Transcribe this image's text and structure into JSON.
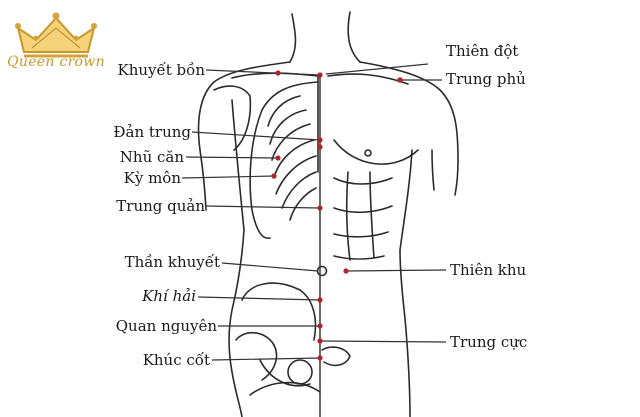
{
  "brand": {
    "name": "Queen crown",
    "color": "#d4a43a"
  },
  "labels": {
    "khuyet_bon": "Khuyết bồn",
    "dan_trung": "Đản trung",
    "nhu_can": "Nhũ căn",
    "ky_mon": "Kỳ môn",
    "trung_quan": "Trung quản",
    "than_khuyet": "Thần khuyết",
    "khi_hai": "Khí hải",
    "quan_nguyen": "Quan nguyên",
    "khuc_cot": "Khúc cốt",
    "thien_dot": "Thiên đột",
    "trung_phu": "Trung phủ",
    "thien_khu": "Thiên khu",
    "trung_cuc": "Trung cực"
  },
  "colors": {
    "point": "#b0242c",
    "line": "#333333",
    "sketch": "#2b2b2b"
  }
}
